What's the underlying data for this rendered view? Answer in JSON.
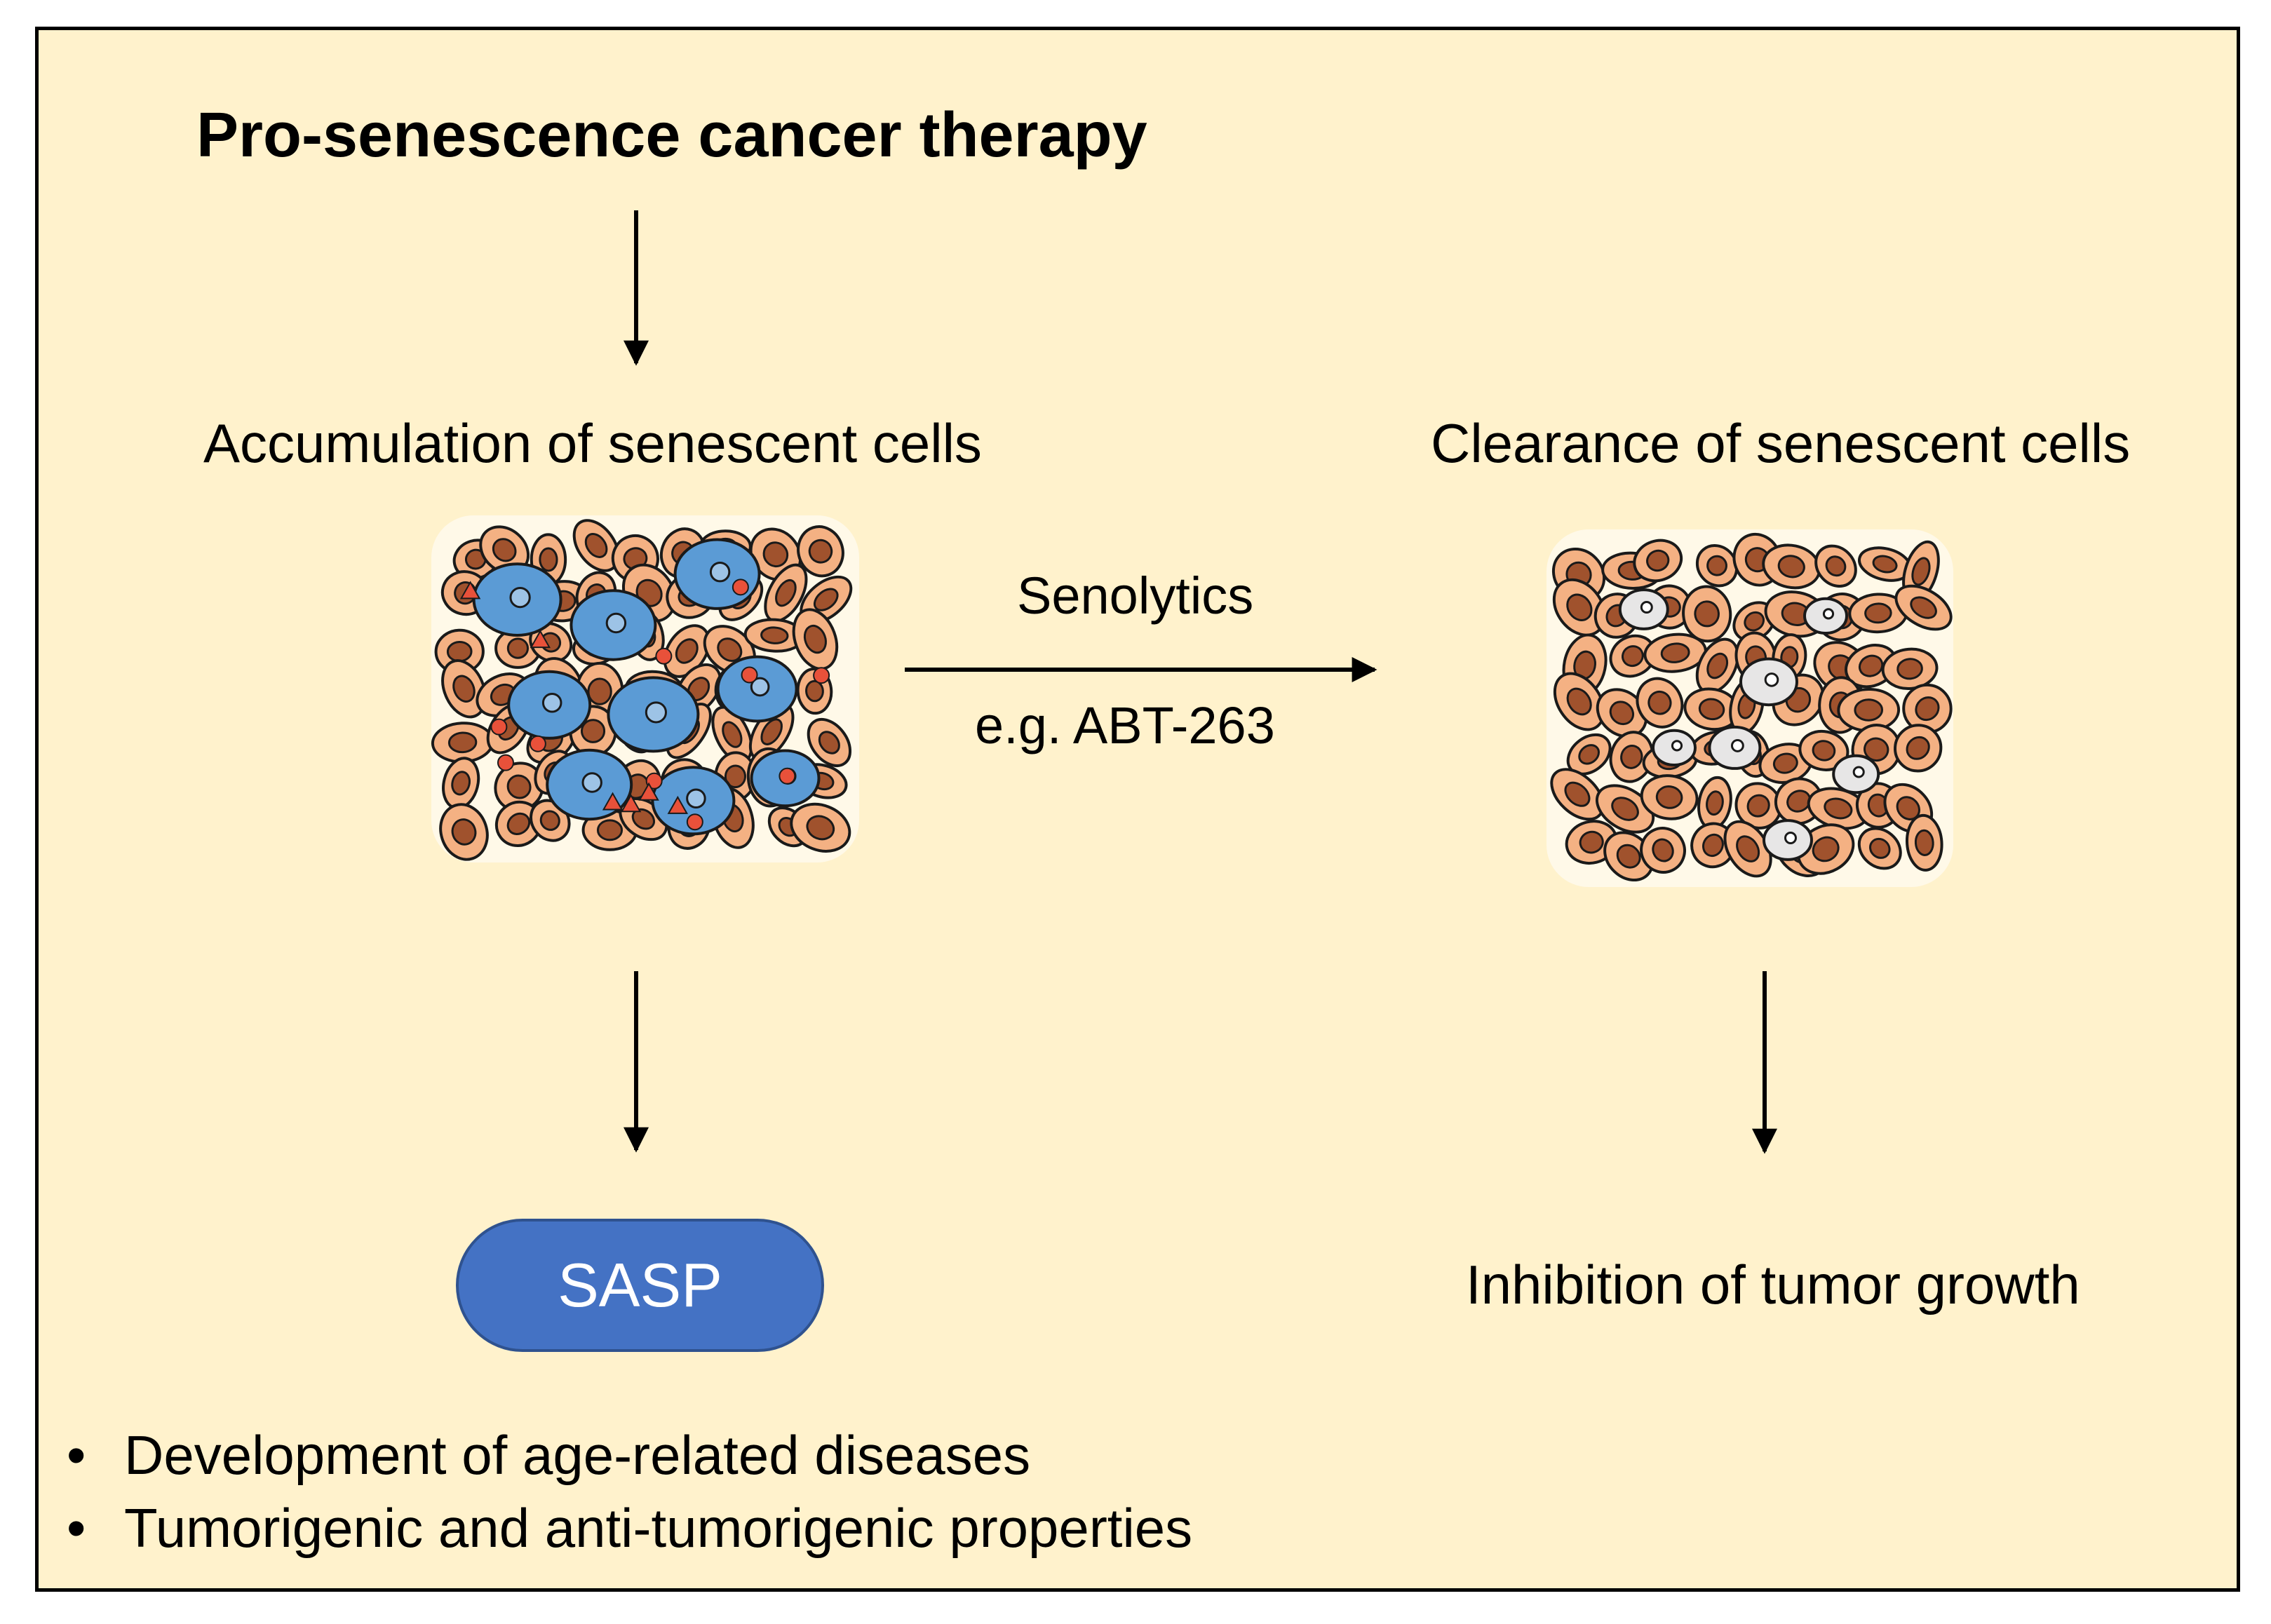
{
  "title": "Pro-senescence  cancer therapy",
  "left_column": {
    "heading": "Accumulation of senescent cells",
    "outcome_box": "SASP",
    "bullets": [
      "Development of age-related diseases",
      "Tumorigenic and anti-tumorigenic properties"
    ]
  },
  "transition": {
    "label_top": "Senolytics",
    "label_bottom": "e.g. ABT-263"
  },
  "right_column": {
    "heading": "Clearance of senescent cells",
    "outcome": "Inhibition of tumor growth"
  },
  "colors": {
    "background": "#fff2cc",
    "normal_cell": "#f4b183",
    "normal_nucleus": "#a0522d",
    "senescent_cell": "#5b9bd5",
    "sasp_factor": "#e8513a",
    "cleared_cell": "#e7e6e6",
    "sasp_box": "#4472c4"
  },
  "icons": [
    "senescent-tissue-illustration",
    "cleared-tissue-illustration",
    "down-arrow",
    "right-arrow"
  ]
}
